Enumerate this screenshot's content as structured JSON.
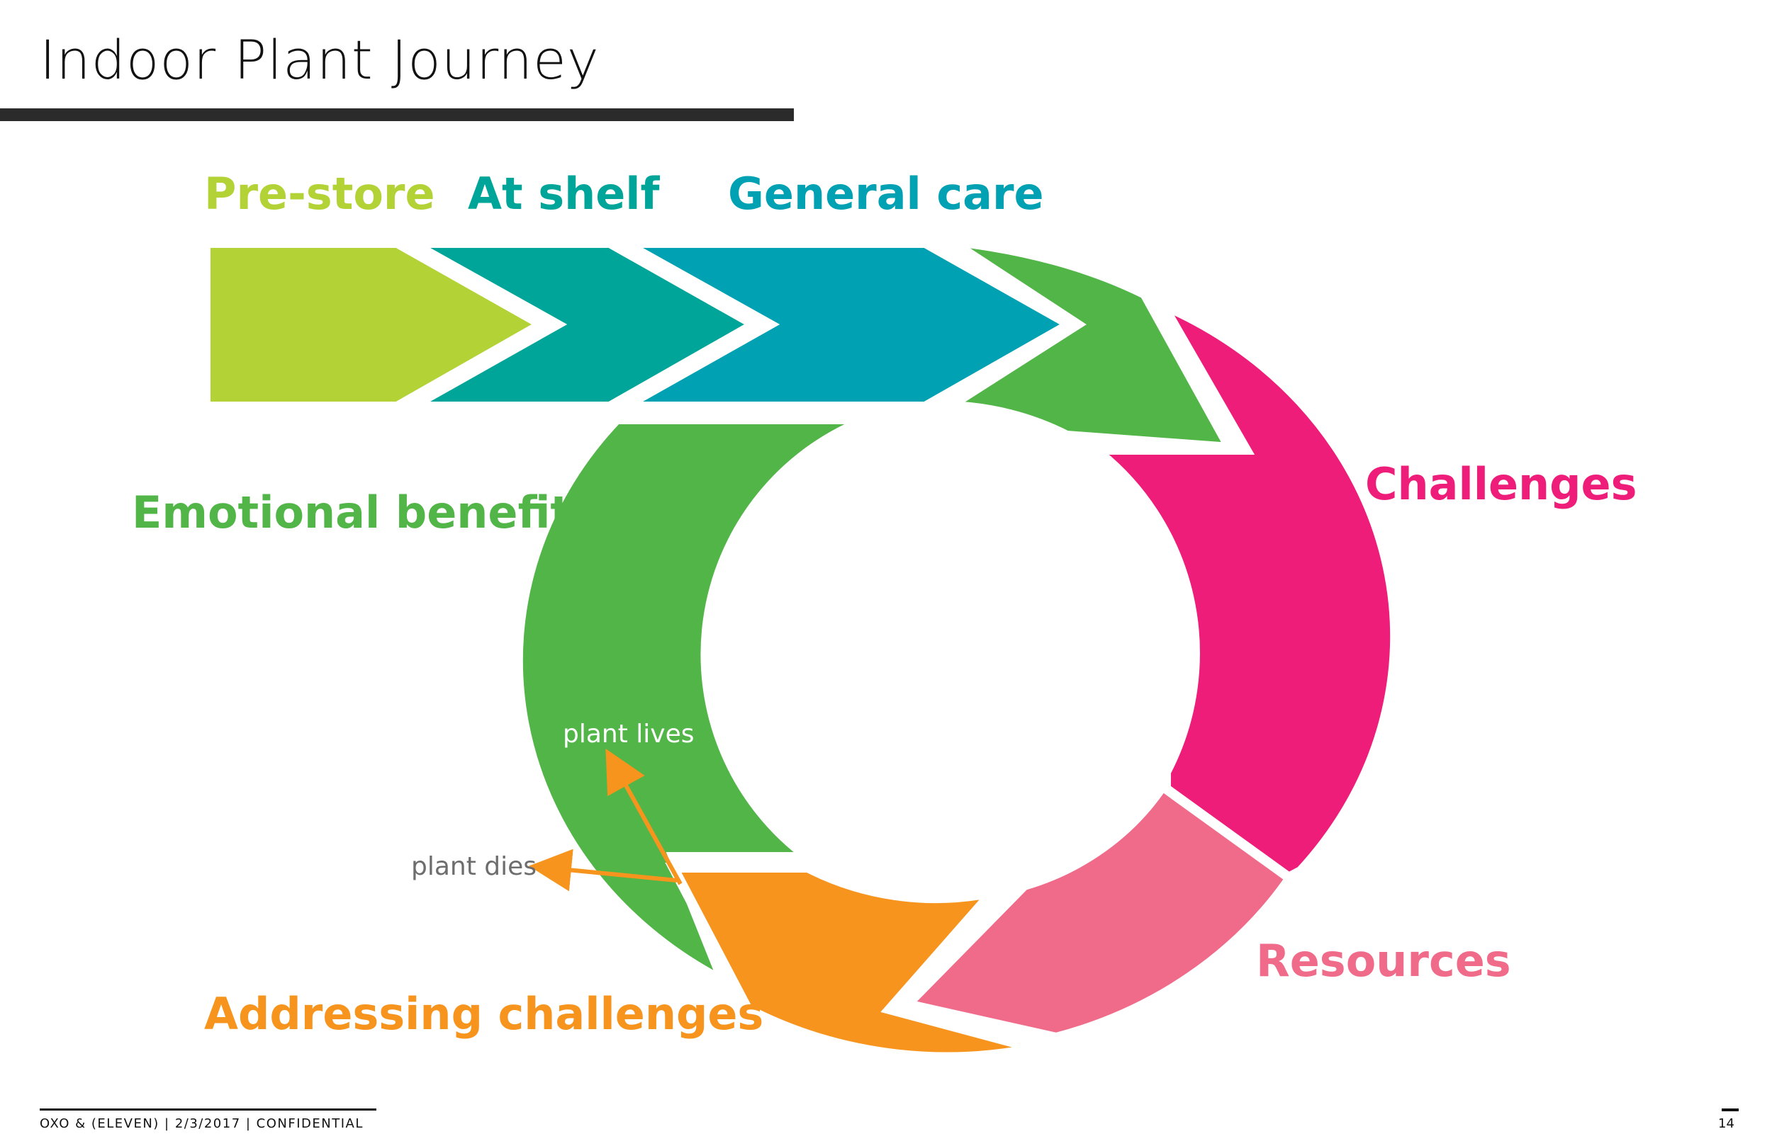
{
  "title": "Indoor Plant Journey",
  "stages": {
    "pre_store": "Pre-store",
    "at_shelf": "At shelf",
    "general_care": "General care",
    "challenges": "Challenges",
    "resources": "Resources",
    "addressing_challenges": "Addressing challenges",
    "emotional_benefits": "Emotional benefits"
  },
  "outcomes": {
    "plant_lives": "plant lives",
    "plant_dies": "plant dies"
  },
  "footer": {
    "left": "OXO & (ELEVEN)  |    2/3/2017  |  CONFIDENTIAL",
    "page": "14"
  },
  "colors": {
    "pre_store": "#B2D235",
    "at_shelf": "#00A59A",
    "general_care": "#00A1B3",
    "emotional_benefits": "#52B547",
    "challenges": "#EE1D7A",
    "resources": "#F06A89",
    "addressing_challenges": "#F7941E",
    "outcome_arrow": "#F7941E",
    "plant_dies_text": "#6D6D6D"
  }
}
